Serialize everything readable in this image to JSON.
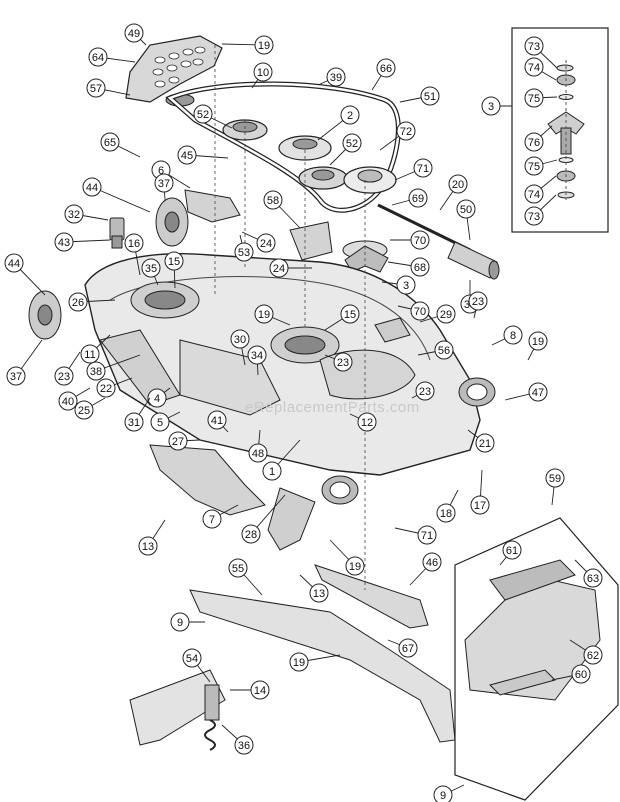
{
  "watermark": "eReplacementParts.com",
  "callouts": [
    {
      "label": "49"
    },
    {
      "label": "64"
    },
    {
      "label": "57"
    },
    {
      "label": "19"
    },
    {
      "label": "10"
    },
    {
      "label": "39"
    },
    {
      "label": "66"
    },
    {
      "label": "51"
    },
    {
      "label": "52"
    },
    {
      "label": "2"
    },
    {
      "label": "72"
    },
    {
      "label": "52"
    },
    {
      "label": "65"
    },
    {
      "label": "45"
    },
    {
      "label": "6"
    },
    {
      "label": "71"
    },
    {
      "label": "69"
    },
    {
      "label": "20"
    },
    {
      "label": "37"
    },
    {
      "label": "44"
    },
    {
      "label": "32"
    },
    {
      "label": "58"
    },
    {
      "label": "50"
    },
    {
      "label": "43"
    },
    {
      "label": "24"
    },
    {
      "label": "53"
    },
    {
      "label": "70"
    },
    {
      "label": "16"
    },
    {
      "label": "24"
    },
    {
      "label": "68"
    },
    {
      "label": "44"
    },
    {
      "label": "15"
    },
    {
      "label": "35"
    },
    {
      "label": "3"
    },
    {
      "label": "26"
    },
    {
      "label": "33"
    },
    {
      "label": "19"
    },
    {
      "label": "15"
    },
    {
      "label": "70"
    },
    {
      "label": "23"
    },
    {
      "label": "29"
    },
    {
      "label": "11"
    },
    {
      "label": "8"
    },
    {
      "label": "23"
    },
    {
      "label": "30"
    },
    {
      "label": "34"
    },
    {
      "label": "56"
    },
    {
      "label": "19"
    },
    {
      "label": "38"
    },
    {
      "label": "23"
    },
    {
      "label": "37"
    },
    {
      "label": "40"
    },
    {
      "label": "25"
    },
    {
      "label": "22"
    },
    {
      "label": "4"
    },
    {
      "label": "23"
    },
    {
      "label": "47"
    },
    {
      "label": "31"
    },
    {
      "label": "5"
    },
    {
      "label": "12"
    },
    {
      "label": "41"
    },
    {
      "label": "27"
    },
    {
      "label": "21"
    },
    {
      "label": "48"
    },
    {
      "label": "1"
    },
    {
      "label": "17"
    },
    {
      "label": "18"
    },
    {
      "label": "7"
    },
    {
      "label": "28"
    },
    {
      "label": "59"
    },
    {
      "label": "13"
    },
    {
      "label": "71"
    },
    {
      "label": "19"
    },
    {
      "label": "61"
    },
    {
      "label": "13"
    },
    {
      "label": "63"
    },
    {
      "label": "55"
    },
    {
      "label": "46"
    },
    {
      "label": "9"
    },
    {
      "label": "67"
    },
    {
      "label": "62"
    },
    {
      "label": "19"
    },
    {
      "label": "60"
    },
    {
      "label": "54"
    },
    {
      "label": "14"
    },
    {
      "label": "36"
    },
    {
      "label": "9"
    },
    {
      "label": "3"
    }
  ],
  "inset": [
    {
      "label": "73"
    },
    {
      "label": "74"
    },
    {
      "label": "75"
    },
    {
      "label": "76"
    },
    {
      "label": "75"
    },
    {
      "label": "74"
    },
    {
      "label": "73"
    }
  ]
}
